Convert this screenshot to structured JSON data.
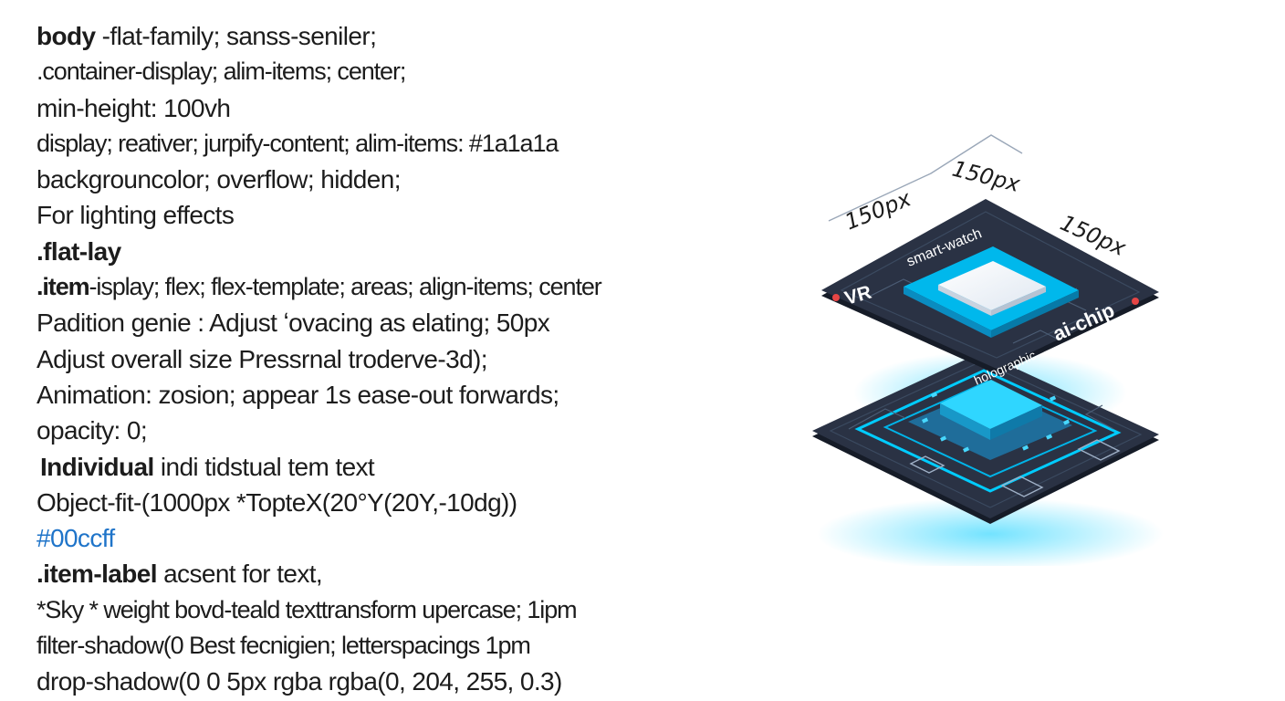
{
  "code_lines": [
    {
      "strong": "body",
      "text": " -flat-family; sanss-seniler;"
    },
    {
      "strong": "",
      "text": ".container-display; alim-items; center;"
    },
    {
      "strong": "",
      "text": "min-height: 100vh"
    },
    {
      "strong": "",
      "text": "display; reativer; jurpify-content; alim-items: #1a1a1a"
    },
    {
      "strong": "",
      "text": "backgrouncolor; overflow; hidden;"
    },
    {
      "strong": "",
      "text": "For lighting effects"
    },
    {
      "strong": ".flat-lay",
      "text": ""
    },
    {
      "strong": ".item",
      "text": "-isplay; flex; flex-template; areas; align-items; center"
    },
    {
      "strong": "",
      "text": "Padition genie : Adjust ʻovacing as  elating; 50px"
    },
    {
      "strong": "",
      "text": "Adjust overall size Pressrnal troderve-3d);"
    },
    {
      "strong": "",
      "text": "Animation: zosion; appear 1s ease-out forwards;"
    },
    {
      "strong": "",
      "text": "opacity: 0;"
    },
    {
      "strong": "Individual",
      "text": "  indi tidstual tem text"
    },
    {
      "strong": "",
      "text": "Object-fit-(1000px  *TopteX(20°Y(20Y,-10dg))"
    },
    {
      "strong": "",
      "text": "#00ccff"
    },
    {
      "strong": ".item-label",
      "text": " acsent for text,"
    },
    {
      "strong": "",
      "text": "*Sky * weight bovd-teald texttransform upercase; 1ipm"
    },
    {
      "strong": "",
      "text": "filter-shadow(0 Best fecnigien; letterspacings 1pm"
    },
    {
      "strong": "",
      "text": "drop-shadow(0 0 5px rgba rgba(0, 204, 255, 0.3)"
    }
  ],
  "illustration": {
    "dimensions": [
      "150px",
      "150px",
      "150px"
    ],
    "labels": {
      "vr": "VR",
      "smart_watch": "smart-watch",
      "holographic": "holographic",
      "ai_chip": "ai-chip"
    },
    "colors": {
      "board": "#2a3244",
      "board_edge": "#161c28",
      "glow": "#00ccff",
      "core_top": "#f4f7fb",
      "accent_red": "#e64545",
      "text_dark": "#1c1c1c",
      "text_accent": "#1f74c9"
    }
  }
}
